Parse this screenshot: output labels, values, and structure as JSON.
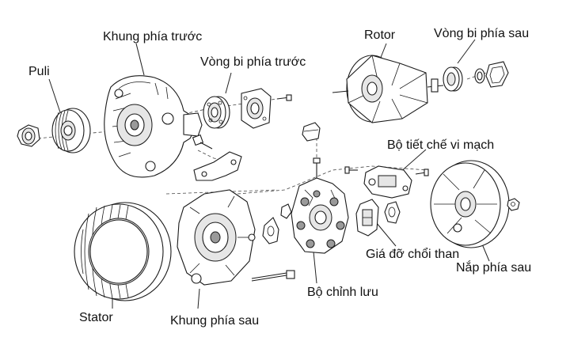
{
  "labels": {
    "khung_truoc": "Khung phía trước",
    "puli": "Puli",
    "vong_bi_truoc": "Vòng bi phía trước",
    "rotor": "Rotor",
    "vong_bi_sau": "Vòng bi phía sau",
    "bo_tiet_che": "Bộ tiết chế vi mạch",
    "gia_do_choi_than": "Giá đỡ chổi than",
    "nap_phia_sau": "Nắp phía sau",
    "bo_chinh_luu": "Bộ chỉnh lưu",
    "stator": "Stator",
    "khung_sau": "Khung phía sau"
  }
}
